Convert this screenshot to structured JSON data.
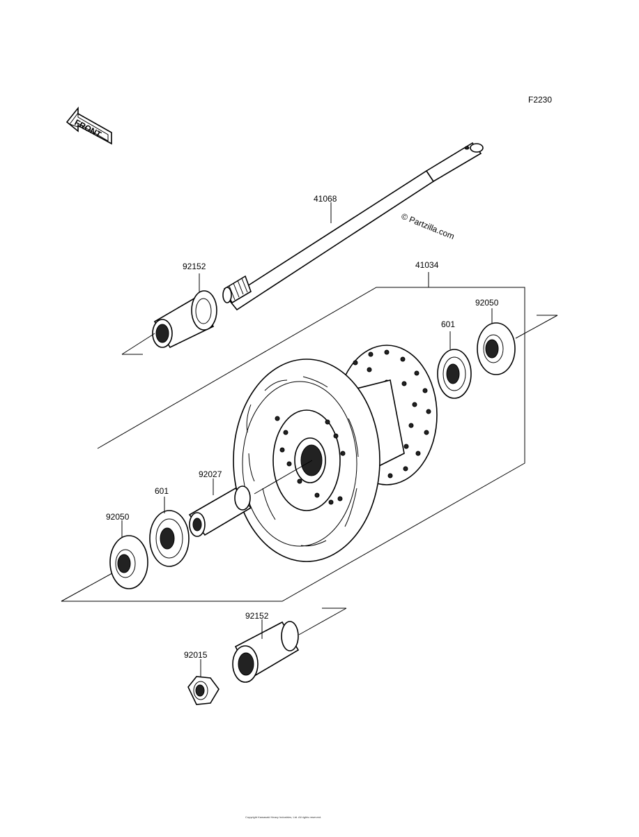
{
  "diagram": {
    "code": "F2230",
    "front_label": "FRONT",
    "watermark": "© Partzilla.com",
    "copyright": "Copyright Kawasaki Heavy Industries, Ltd. All rights reserved."
  },
  "parts": [
    {
      "id": "axle",
      "label": "41068"
    },
    {
      "id": "collar-top",
      "label": "92152"
    },
    {
      "id": "hub",
      "label": "41034"
    },
    {
      "id": "seal-right",
      "label": "92050"
    },
    {
      "id": "bearing-right",
      "label": "601"
    },
    {
      "id": "spacer",
      "label": "92027"
    },
    {
      "id": "bearing-left",
      "label": "601"
    },
    {
      "id": "seal-left",
      "label": "92050"
    },
    {
      "id": "collar-bottom",
      "label": "92152"
    },
    {
      "id": "nut",
      "label": "92015"
    }
  ]
}
